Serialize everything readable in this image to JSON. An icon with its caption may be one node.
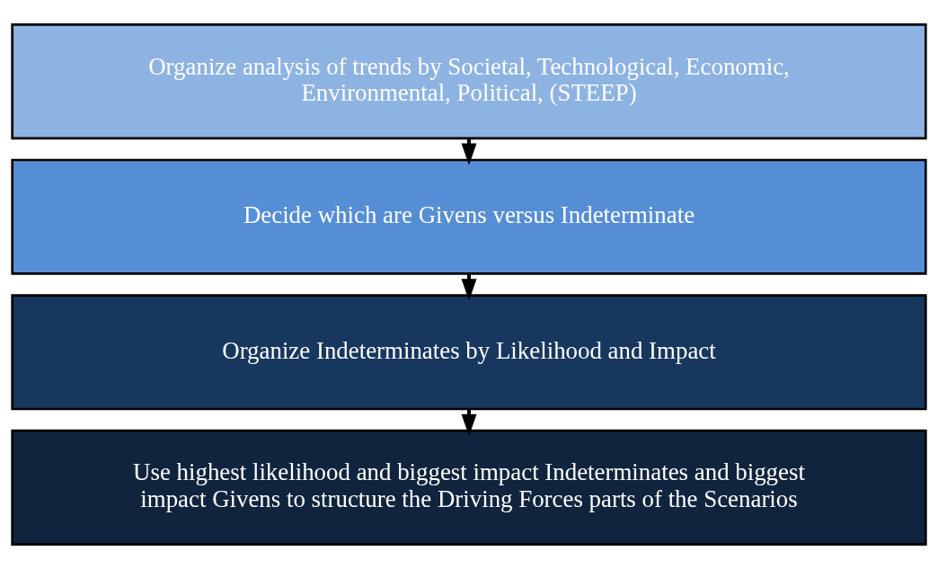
{
  "diagram": {
    "nodes": [
      {
        "text": [
          "Organize analysis of trends by Societal, Technological, Economic, Environmental, Political, (STEEP)"
        ]
      },
      {
        "text": [
          "Decide which are Givens versus Indeterminate"
        ]
      },
      {
        "text": [
          "Organize Indeterminates by Likelihood and Impact"
        ]
      },
      {
        "text": [
          "Use highest likelihood and biggest impact Indeterminates and biggest impact Givens to structure the Driving Forces parts of the Scenarios"
        ]
      }
    ],
    "edges": [
      {
        "from": 0,
        "to": 1,
        "arrow": "to"
      },
      {
        "from": 1,
        "to": 2,
        "arrow": "to"
      },
      {
        "from": 2,
        "to": 3,
        "arrow": "to"
      }
    ]
  }
}
